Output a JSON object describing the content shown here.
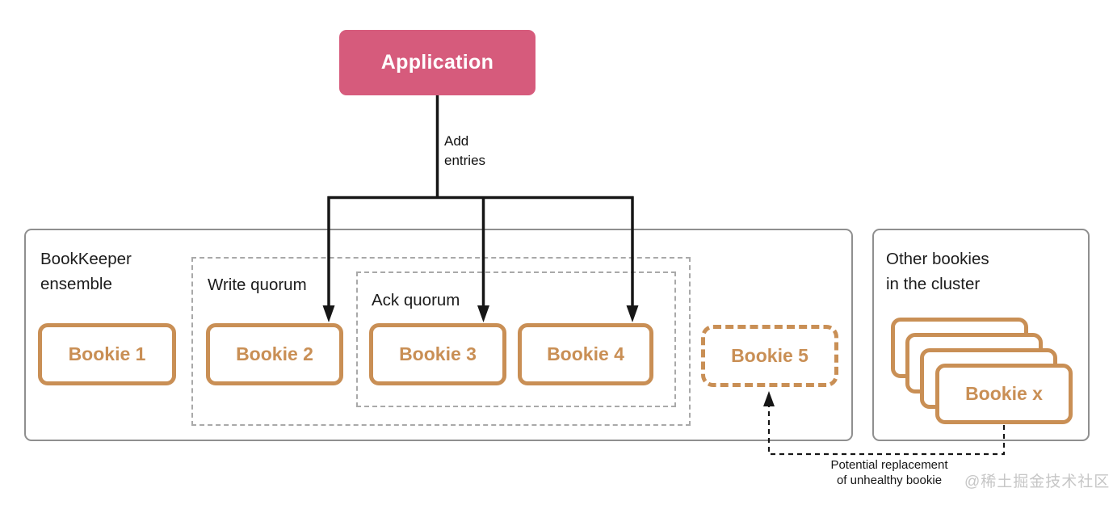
{
  "diagram": {
    "application": {
      "label": "Application"
    },
    "flow_label": {
      "line1": "Add",
      "line2": "entries"
    },
    "ensemble": {
      "title_line1": "BookKeeper",
      "title_line2": "ensemble"
    },
    "write_quorum": {
      "label": "Write quorum"
    },
    "ack_quorum": {
      "label": "Ack quorum"
    },
    "bookies": [
      {
        "label": "Bookie 1",
        "style": "solid"
      },
      {
        "label": "Bookie 2",
        "style": "solid"
      },
      {
        "label": "Bookie 3",
        "style": "solid"
      },
      {
        "label": "Bookie 4",
        "style": "solid"
      },
      {
        "label": "Bookie 5",
        "style": "dashed"
      }
    ],
    "other_bookies": {
      "title_line1": "Other bookies",
      "title_line2": "in the cluster",
      "stack_count": 4,
      "front_card_label": "Bookie x"
    },
    "annotation": {
      "line1": "Potential  replacement",
      "line2": "of unhealthy bookie"
    },
    "watermark": "@稀土掘金技术社区",
    "colors": {
      "application_bg": "#d65b7c",
      "bookie_accent": "#c98f55",
      "container_border": "#8f8f8f",
      "quorum_border": "#a9a9a9",
      "arrow": "#161616",
      "watermark": "#c6c6c6"
    }
  }
}
